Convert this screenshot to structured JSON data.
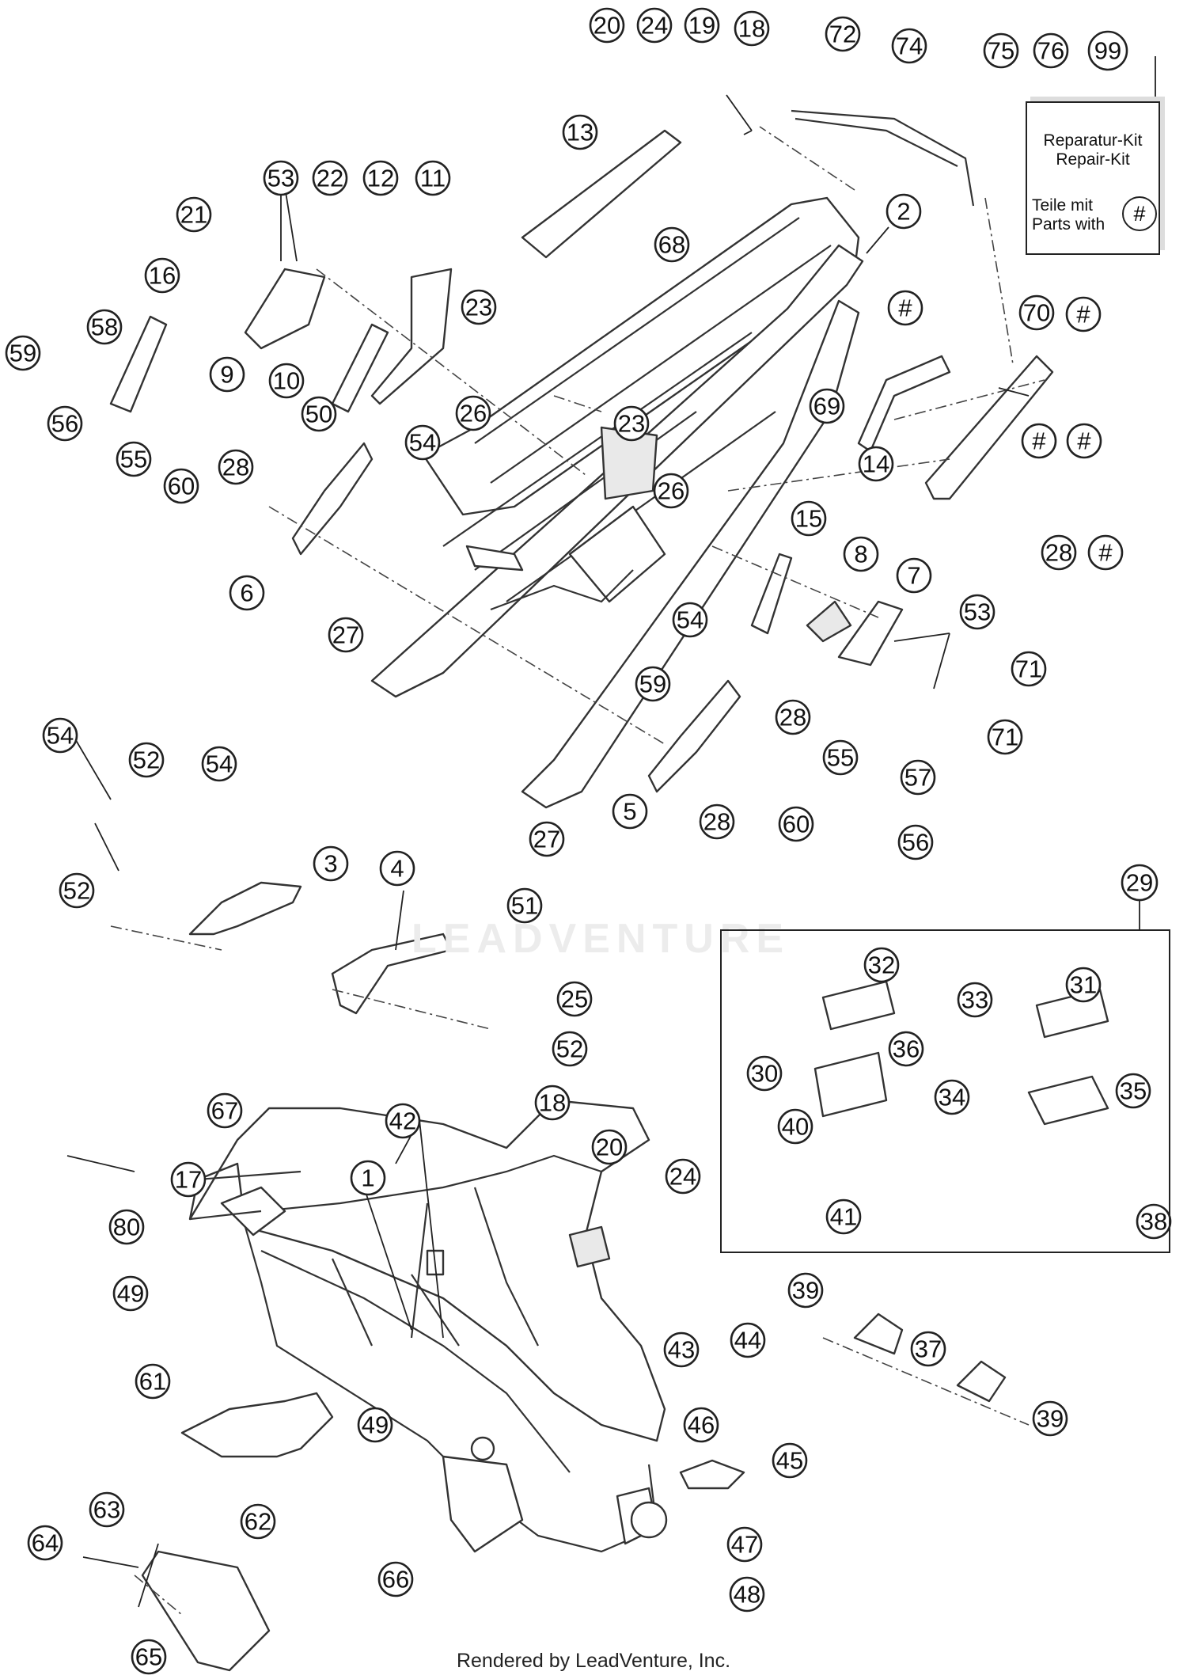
{
  "kit": {
    "number": "99",
    "line1": "Reparatur-Kit",
    "line2": "Repair-Kit",
    "line3": "Teile mit",
    "line4": "Parts with",
    "symbol": "#"
  },
  "group": {
    "number": "29"
  },
  "watermark": "LEADVENTURE",
  "credit": "Rendered by LeadVenture, Inc.",
  "callouts": [
    "1",
    "2",
    "3",
    "4",
    "5",
    "6",
    "7",
    "8",
    "9",
    "10",
    "11",
    "12",
    "13",
    "14",
    "15",
    "16",
    "17",
    "18",
    "18",
    "19",
    "20",
    "20",
    "21",
    "22",
    "23",
    "23",
    "24",
    "24",
    "25",
    "26",
    "26",
    "27",
    "27",
    "28",
    "28",
    "28",
    "28",
    "30",
    "31",
    "32",
    "33",
    "34",
    "35",
    "36",
    "37",
    "38",
    "39",
    "39",
    "40",
    "41",
    "42",
    "43",
    "44",
    "45",
    "46",
    "47",
    "48",
    "49",
    "49",
    "50",
    "51",
    "52",
    "52",
    "52",
    "53",
    "53",
    "54",
    "54",
    "54",
    "54",
    "55",
    "55",
    "56",
    "56",
    "57",
    "58",
    "59",
    "59",
    "60",
    "60",
    "61",
    "62",
    "63",
    "64",
    "65",
    "66",
    "67",
    "68",
    "69",
    "70",
    "71",
    "71",
    "72",
    "74",
    "75",
    "76",
    "80",
    "#",
    "#",
    "#",
    "#",
    "#"
  ]
}
